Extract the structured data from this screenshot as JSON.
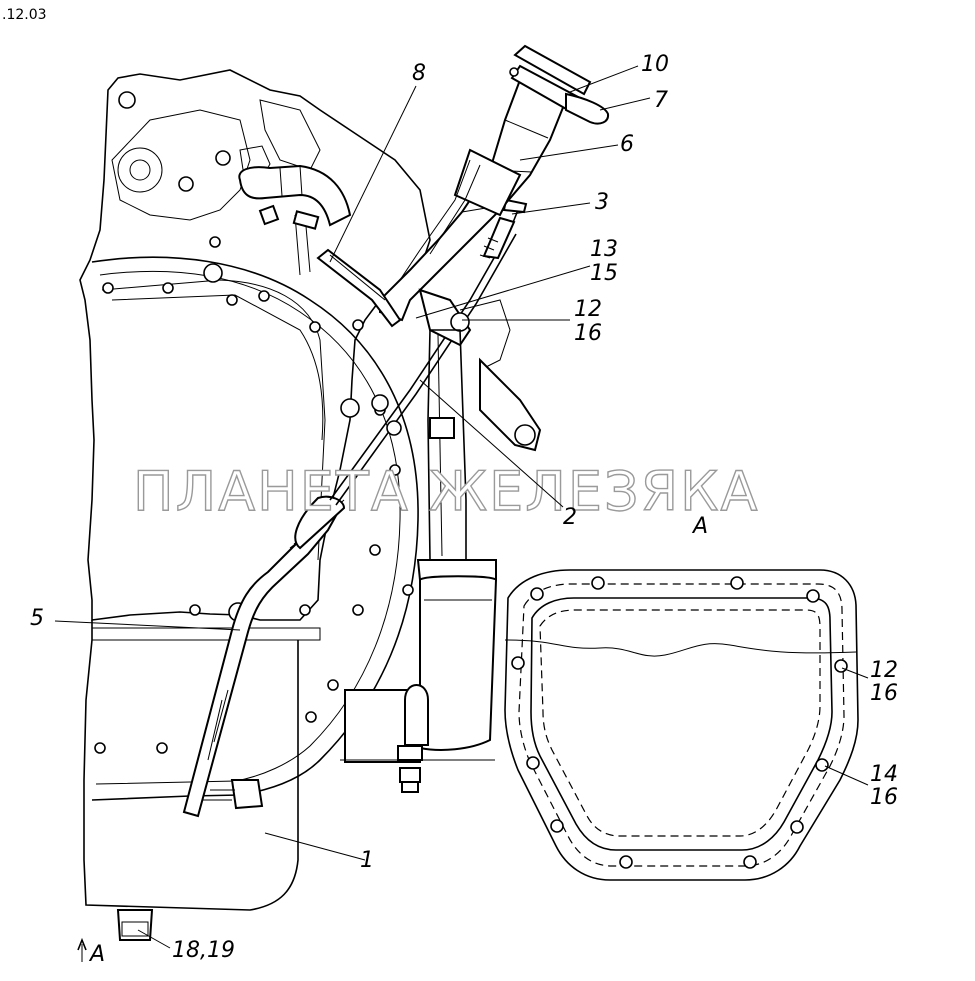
{
  "header": {
    "code": ".12.03"
  },
  "watermark": {
    "text": "ПЛАНЕТА ЖЕЛЕЗЯКА"
  },
  "callouts": {
    "c1": "1",
    "c2": "2",
    "c3": "3",
    "c5": "5",
    "c6": "6",
    "c7": "7",
    "c8": "8",
    "c10": "10",
    "c13_15": [
      "13",
      "15"
    ],
    "c12_16_top": [
      "12",
      "16"
    ],
    "c12_16_view": [
      "12",
      "16"
    ],
    "c14_16_view": [
      "14",
      "16"
    ],
    "c18_19": "18,19"
  },
  "view": {
    "title": "A",
    "arrow_label": "A"
  }
}
